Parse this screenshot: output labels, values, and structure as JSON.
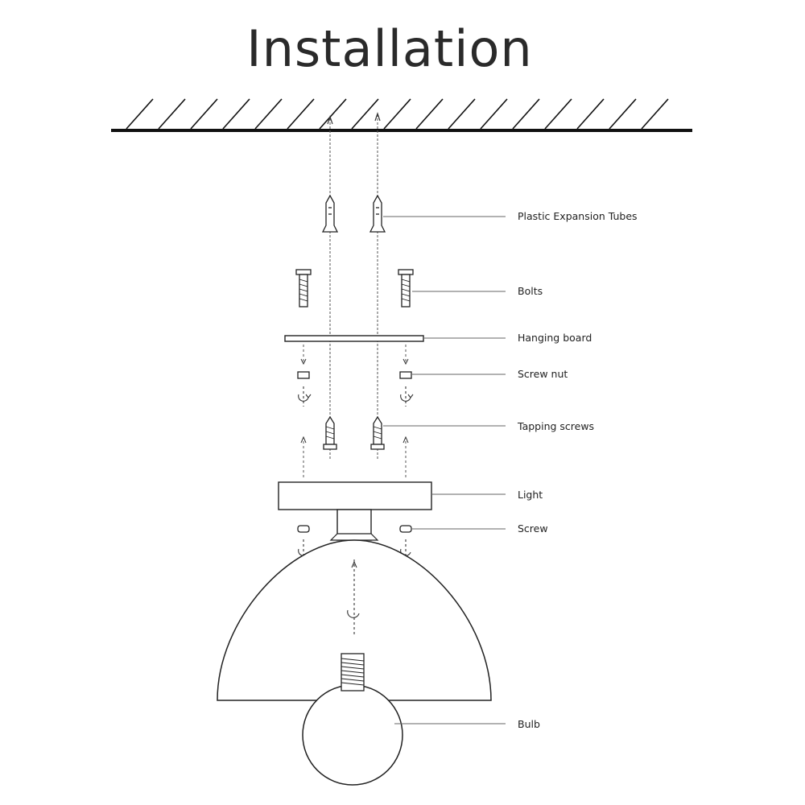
{
  "title": "Installation",
  "labels": {
    "plastic_expansion_tubes": "Plastic Expansion Tubes",
    "bolts": "Bolts",
    "hanging_board": "Hanging board",
    "screw_nut": "Screw nut",
    "tapping_screws": "Tapping screws",
    "light": "Light",
    "screw": "Screw",
    "bulb": "Bulb"
  },
  "colors": {
    "line": "#222222",
    "dashed": "#555555",
    "guide": "#777777",
    "title": "#2a2a2a"
  }
}
